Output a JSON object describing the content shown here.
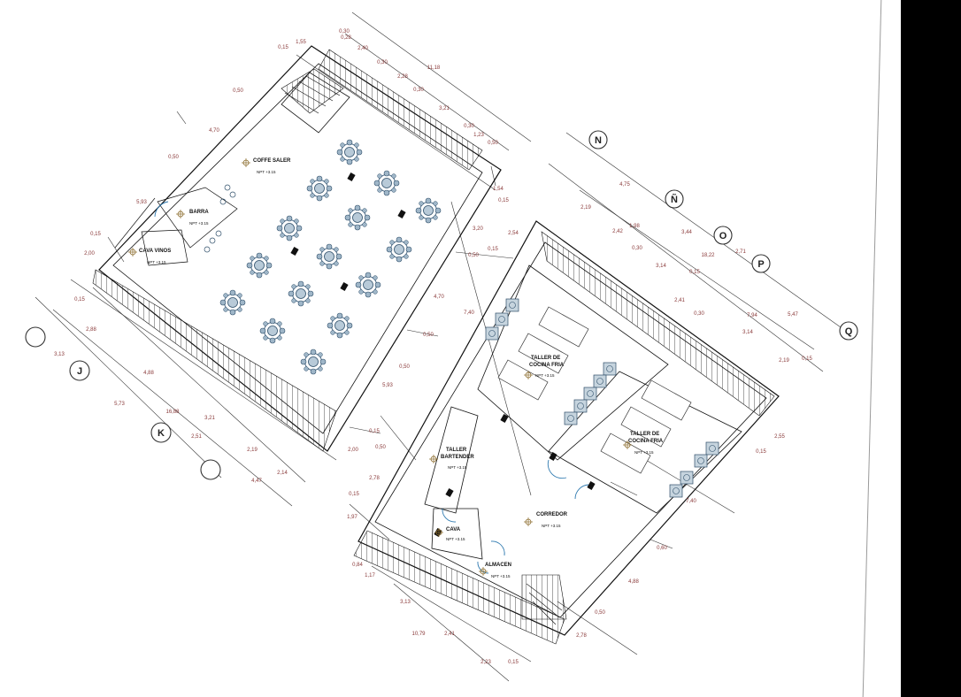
{
  "rooms": {
    "coffee": "COFFE SALER",
    "barra": "BARRA",
    "cava_vinos": "CAVA VINOS",
    "taller1": [
      "TALLER DE",
      "COCINA FRIA"
    ],
    "taller2": [
      "TALLER DE",
      "COCINA FRIA"
    ],
    "taller_bartender": [
      "TALLER",
      "BARTENDER"
    ],
    "corredor": "CORREDOR",
    "cava": "CAVA",
    "almacen": "ALMACEN"
  },
  "levels": {
    "coffee": "NPT +3.15",
    "barra": "NPT +3.15",
    "cava_vinos": "NPT +3.15",
    "taller1": "NPT +3.15",
    "taller2": "NPT +3.15",
    "taller_bartender": "NPT +3.15",
    "corredor": "NPT +3.15",
    "cava": "NPT +3.15",
    "almacen": "NPT +3.15"
  },
  "axes": {
    "left": [
      "J",
      "K"
    ],
    "right": [
      "N",
      "Ñ",
      "O",
      "P",
      "Q"
    ]
  },
  "dimensions": {
    "top_left": [
      "0,15",
      "1,55",
      "0,30",
      "0,28",
      "2,40",
      "0,30",
      "11,18",
      "2,28",
      "0,30",
      "3,21",
      "0,30",
      "1,23",
      "0,50",
      "1,54",
      "0,15"
    ],
    "left_side": [
      "0,50",
      "4,70",
      "0,50",
      "5,93",
      "0,15",
      "2,00",
      "0,15",
      "3,13",
      "2,88",
      "4,88",
      "5,73",
      "16,88",
      "3,21",
      "2,51",
      "2,19",
      "2,14",
      "4,47"
    ],
    "middle": [
      "3,20",
      "0,50",
      "4,70",
      "0,50",
      "5,93",
      "0,15",
      "2,00",
      "0,50",
      "2,78",
      "0,15",
      "1,97",
      "0,84",
      "1,17",
      "3,13",
      "10,79",
      "2,41",
      "2,23",
      "0,15"
    ],
    "right_top": [
      "4,75",
      "2,19",
      "2,42",
      "1,98",
      "0,30",
      "3,44",
      "18,22",
      "2,71",
      "3,14",
      "0,15",
      "2,41",
      "0,30",
      "7,94",
      "5,47",
      "3,14",
      "2,19",
      "0,15"
    ],
    "right_bottom": [
      "2,54",
      "0,15",
      "7,40",
      "0,50",
      "2,55",
      "0,15",
      "7,40",
      "0,60",
      "4,88",
      "0,50",
      "2,78"
    ]
  }
}
